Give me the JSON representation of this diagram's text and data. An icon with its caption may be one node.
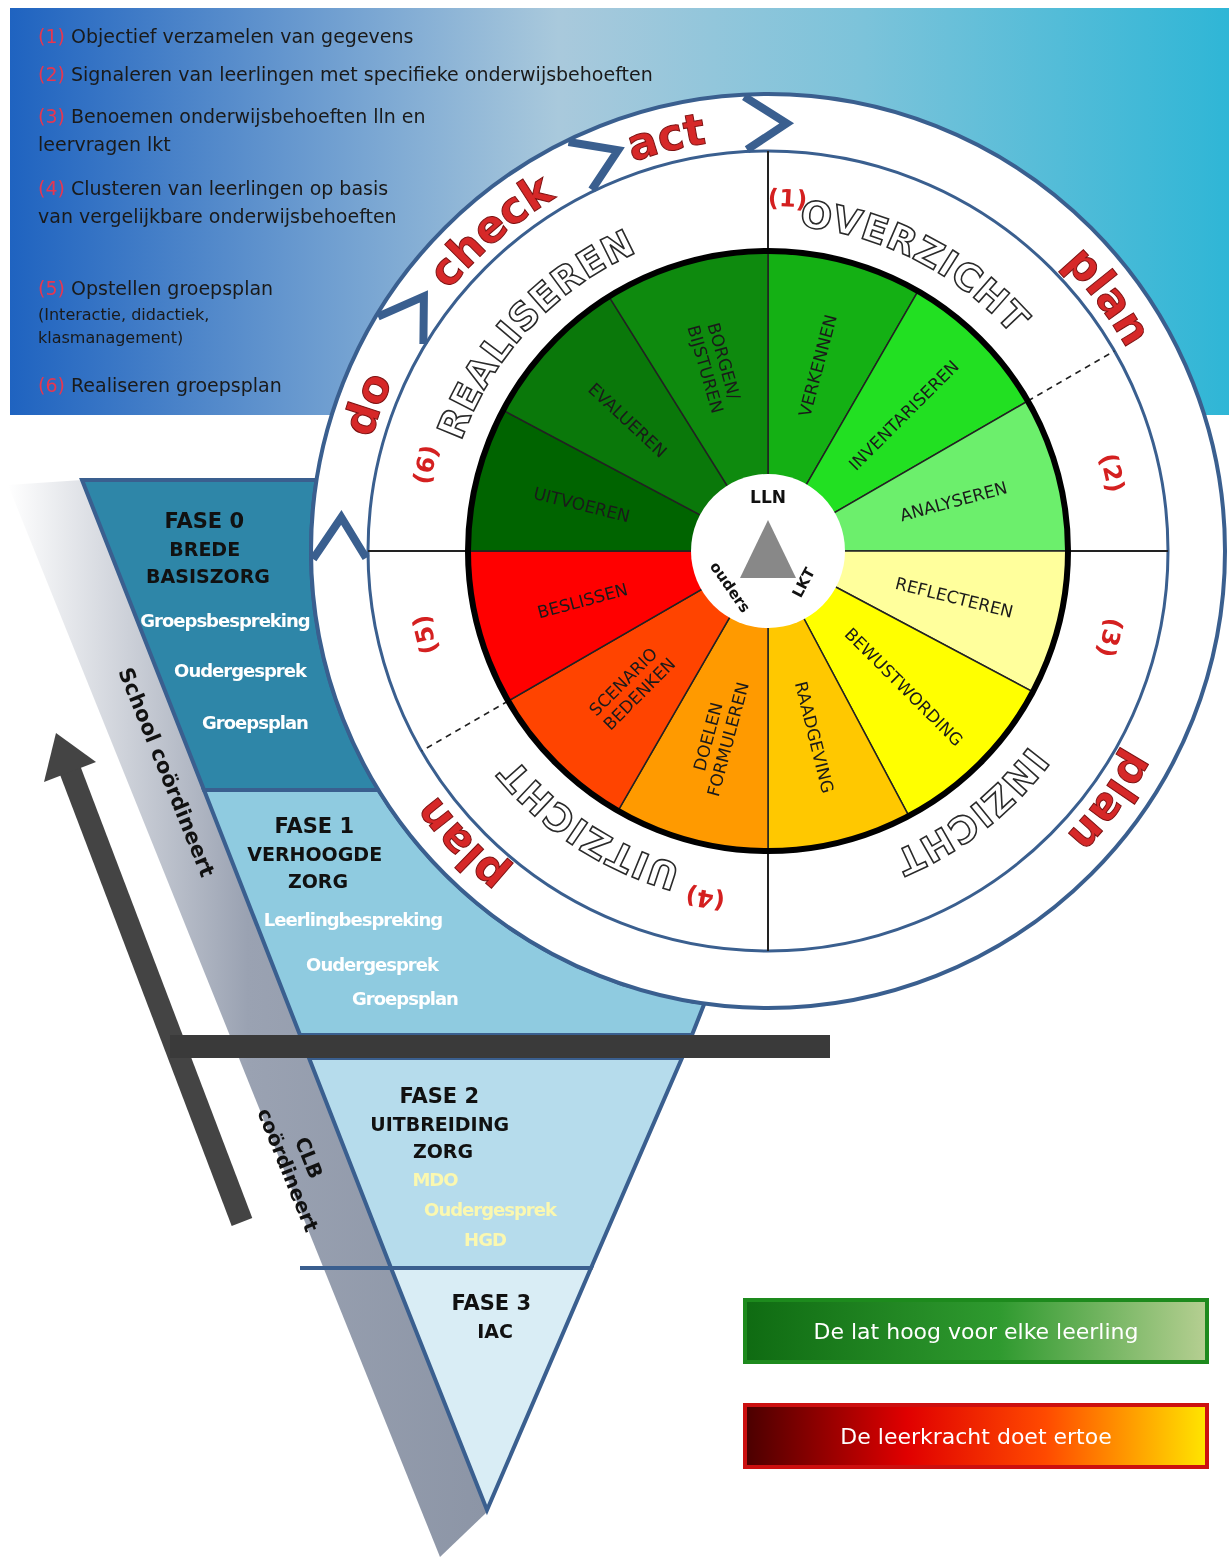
{
  "diagram": {
    "nodes": [
      {
        "text": [
          "VERKENNEN"
        ]
      },
      {
        "text": [
          "INVENTARISEREN"
        ]
      },
      {
        "text": [
          "ANALYSEREN"
        ]
      },
      {
        "text": [
          "REFLECTEREN"
        ]
      },
      {
        "text": [
          "BEWUSTWORDING"
        ]
      },
      {
        "text": [
          "RAADGEVING"
        ]
      },
      {
        "text": [
          "DOELEN FORMULEREN"
        ]
      },
      {
        "text": [
          "SCENARIO BEDENKEN"
        ]
      },
      {
        "text": [
          "BESLISSEN"
        ]
      },
      {
        "text": [
          "UITVOEREN"
        ]
      },
      {
        "text": [
          "EVALUEREN"
        ]
      },
      {
        "text": [
          "BORGEN/ BIJSTUREN"
        ]
      },
      {
        "text": [
          "LLN",
          "LKT",
          "ouders"
        ]
      },
      {
        "text": [
          "FASE 0",
          "BREDE BASISZORG",
          "Groepsbespreking",
          "Oudergesprek",
          "Groepsplan"
        ]
      },
      {
        "text": [
          "FASE 1",
          "VERHOOGDE ZORG",
          "Leerlingbespreking",
          "Oudergesprek",
          "Groepsplan"
        ]
      },
      {
        "text": [
          "FASE 2",
          "UITBREIDING ZORG",
          "MDO",
          "Oudergesprek",
          "HGD"
        ]
      },
      {
        "text": [
          "FASE 3",
          "IAC"
        ]
      },
      {
        "text": [
          "De lat hoog voor elke leerling"
        ]
      },
      {
        "text": [
          "De leerkracht doet ertoe"
        ]
      },
      {
        "text": [],
        "shape": "bar"
      }
    ],
    "labels": [
      "(1)",
      "Objectief verzamelen van gegevens",
      "(2)",
      "Signaleren van leerlingen met specifieke onderwijsbehoeften",
      "(3)",
      "Benoemen onderwijsbehoeften lln en leervragen lkt",
      "(4)",
      "Clusteren van leerlingen op basis van vergelijkbare onderwijsbehoeften",
      "(5)",
      "Opstellen groepsplan",
      "(Interactie, didactiek, klasmanagement)",
      "(6)",
      "Realiseren groepsplan",
      "act",
      "check",
      "REALISEREN",
      "(1)",
      "OVERZICHT",
      "plan",
      "do",
      "(6)",
      "(2)",
      "(5)",
      "(3)",
      "School coördineert",
      "plan",
      "UITZICHT",
      "(4)",
      "INZICHT",
      "plan",
      "CLB coördineert"
    ]
  }
}
